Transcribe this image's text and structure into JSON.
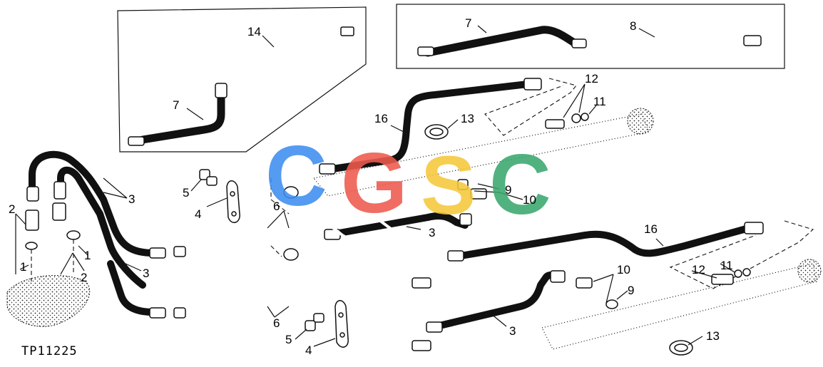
{
  "figure_id": "TP11225",
  "watermark": {
    "letters": [
      "C",
      "G",
      "S",
      "C"
    ],
    "colors": [
      "#3d8ef0",
      "#ef5a4e",
      "#f5c83a",
      "#3aa86f"
    ]
  },
  "callouts": [
    {
      "id": "c14",
      "label": "14"
    },
    {
      "id": "c7a",
      "label": "7"
    },
    {
      "id": "c7b",
      "label": "7"
    },
    {
      "id": "c8",
      "label": "8"
    },
    {
      "id": "c16a",
      "label": "16"
    },
    {
      "id": "c16b",
      "label": "16"
    },
    {
      "id": "c13a",
      "label": "13"
    },
    {
      "id": "c13b",
      "label": "13"
    },
    {
      "id": "c12a",
      "label": "12"
    },
    {
      "id": "c12b",
      "label": "12"
    },
    {
      "id": "c11a",
      "label": "11"
    },
    {
      "id": "c11b",
      "label": "11"
    },
    {
      "id": "c9a",
      "label": "9"
    },
    {
      "id": "c9b",
      "label": "9"
    },
    {
      "id": "c10a",
      "label": "10"
    },
    {
      "id": "c10b",
      "label": "10"
    },
    {
      "id": "c3a",
      "label": "3"
    },
    {
      "id": "c3b",
      "label": "3"
    },
    {
      "id": "c3c",
      "label": "3"
    },
    {
      "id": "c3d",
      "label": "3"
    },
    {
      "id": "c5a",
      "label": "5"
    },
    {
      "id": "c5b",
      "label": "5"
    },
    {
      "id": "c4a",
      "label": "4"
    },
    {
      "id": "c4b",
      "label": "4"
    },
    {
      "id": "c6a",
      "label": "6"
    },
    {
      "id": "c6b",
      "label": "6"
    },
    {
      "id": "c2a",
      "label": "2"
    },
    {
      "id": "c2b",
      "label": "2"
    },
    {
      "id": "c1a",
      "label": "1"
    },
    {
      "id": "c1b",
      "label": "1"
    }
  ]
}
